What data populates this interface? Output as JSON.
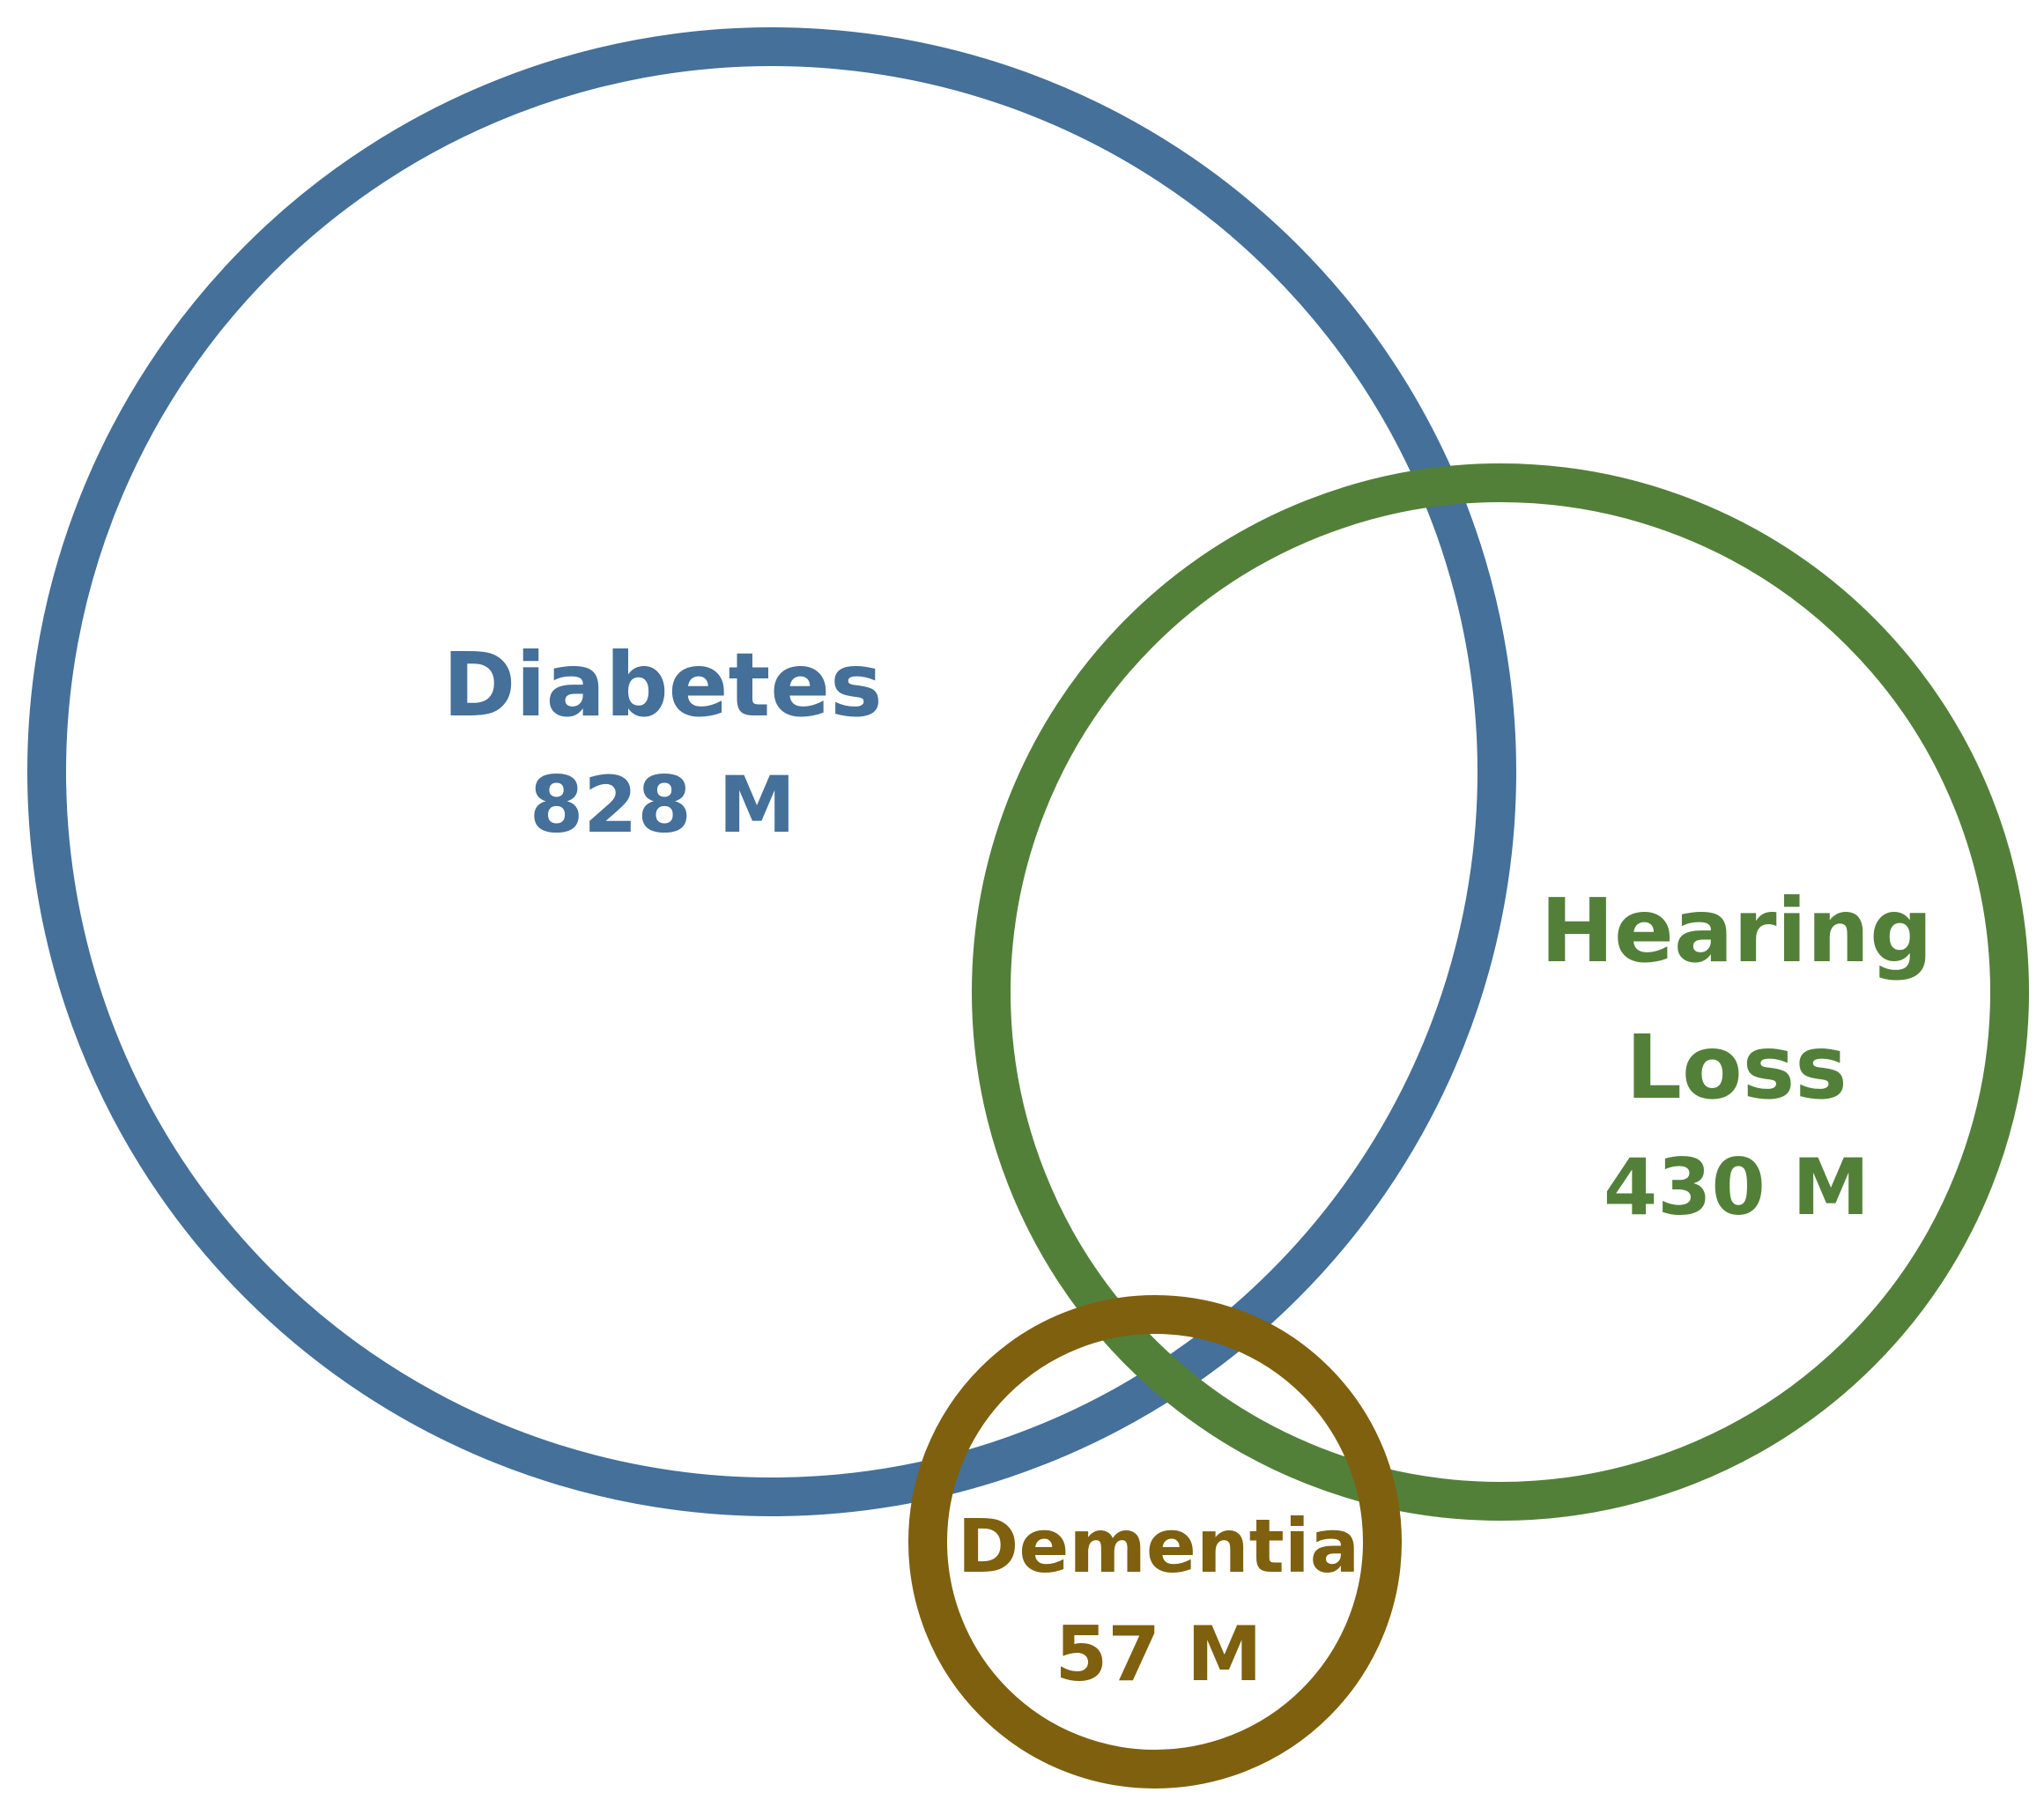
{
  "sets": {
    "diabetes": {
      "name": "Diabetes",
      "value": "828 M",
      "color": "#44709a"
    },
    "hearing_loss": {
      "name_line1": "Hearing",
      "name_line2": "Loss",
      "value": "430 M",
      "color": "#538039"
    },
    "dementia": {
      "name": "Dementia",
      "value": "57 M",
      "color": "#7f600f"
    }
  }
}
